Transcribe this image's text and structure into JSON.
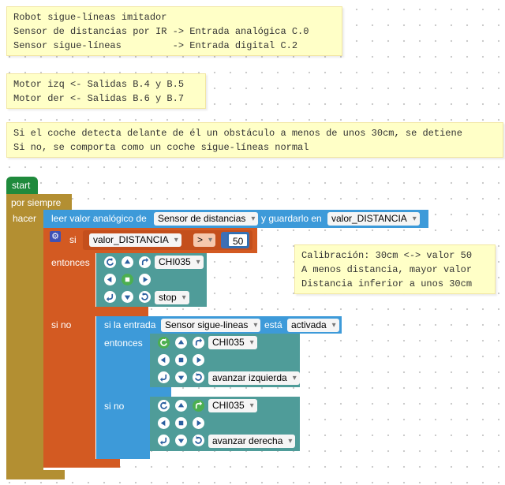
{
  "notes": [
    "Robot sigue-líneas imitador\nSensor de distancias por IR -> Entrada analógica C.0\nSensor sigue-líneas         -> Entrada digital C.2",
    "Motor izq <- Salidas B.4 y B.5\nMotor der <- Salidas B.6 y B.7",
    "Si el coche detecta delante de él un obstáculo a menos de unos 30cm, se detiene\nSi no, se comporta como un coche sigue-líneas normal",
    "Calibración: 30cm <-> valor 50\nA menos distancia, mayor valor\nDistancia inferior a unos 30cm"
  ],
  "program": {
    "start": "start",
    "forever": "por siempre",
    "do": "hacer",
    "read_prefix": "leer valor analógico de",
    "read_sensor": "Sensor de distancias",
    "read_mid": "y guardarlo en",
    "read_var": "valor_DISTANCIA",
    "if_label": "si",
    "cond_var": "valor_DISTANCIA",
    "cond_op": ">",
    "cond_value": "50",
    "then": "entonces",
    "else": "si no",
    "motor_id": "CHI035",
    "action_stop": "stop",
    "digital_prefix": "si la entrada",
    "digital_sensor": "Sensor sigue-lineas",
    "digital_mid": "está",
    "digital_state": "activada",
    "action_left": "avanzar izquierda",
    "action_right": "avanzar derecha"
  },
  "colors": {
    "start": "#1f8a3c",
    "loop": "#b38f32",
    "sensor": "#3d9ad9",
    "if": "#d35a22",
    "motor": "#4f9c99",
    "note": "#ffffc7"
  }
}
